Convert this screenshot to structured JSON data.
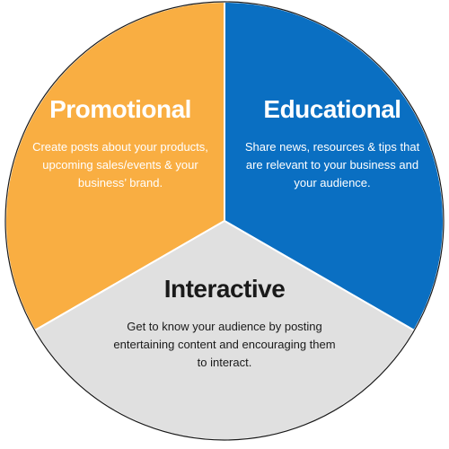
{
  "colors": {
    "promotional": "#f9ae42",
    "educational": "#0a6fc2",
    "interactive": "#e0e0e0",
    "light_text": "#ffffff",
    "dark_text": "#1a1a1a"
  },
  "segments": {
    "promotional": {
      "title": "Promotional",
      "lines": [
        "Create posts about your products,",
        "upcoming sales/events & your",
        "business’ brand."
      ]
    },
    "educational": {
      "title": "Educational",
      "lines": [
        "Share news, resources & tips that",
        "are relevant to your business and",
        "your audience."
      ]
    },
    "interactive": {
      "title": "Interactive",
      "lines": [
        "Get to know your audience by posting",
        "entertaining content and encouraging them",
        "to interact."
      ]
    }
  }
}
